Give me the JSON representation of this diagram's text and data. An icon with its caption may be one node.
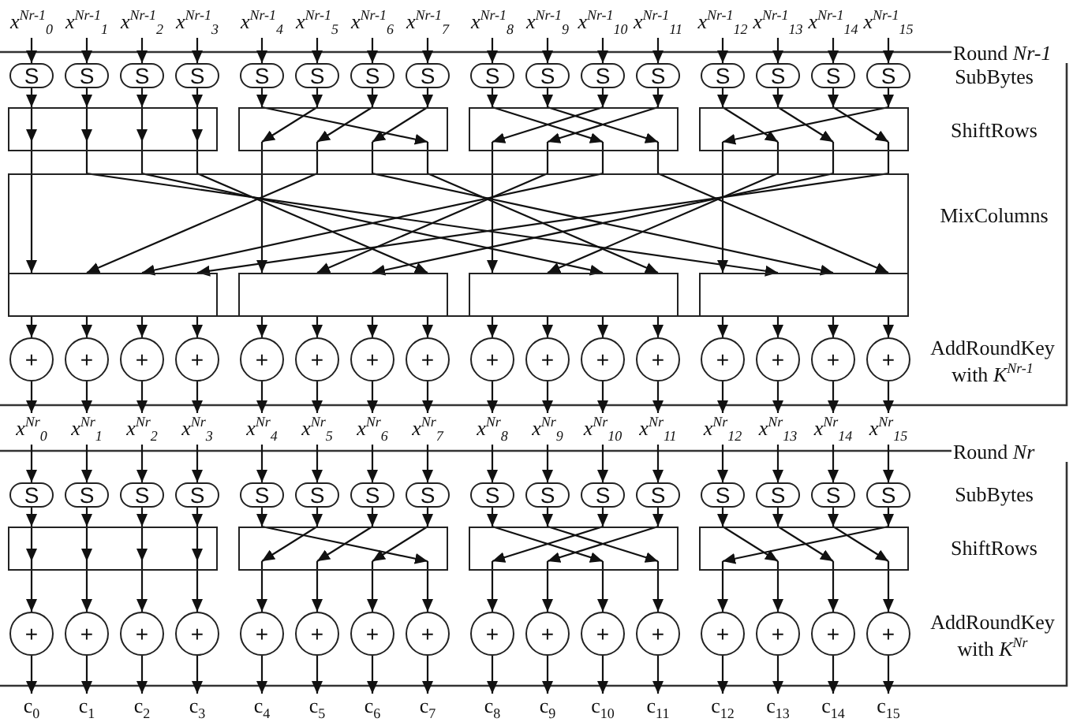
{
  "diagram": {
    "nodes": [
      {
        "text": [
          "x$^{Nr-1}$$_{0}$"
        ]
      },
      {
        "text": [
          "x$^{Nr-1}$$_{1}$"
        ]
      },
      {
        "text": [
          "x$^{Nr-1}$$_{2}$"
        ]
      },
      {
        "text": [
          "x$^{Nr-1}$$_{3}$"
        ]
      },
      {
        "text": [
          "x$^{Nr-1}$$_{4}$"
        ]
      },
      {
        "text": [
          "x$^{Nr-1}$$_{5}$"
        ]
      },
      {
        "text": [
          "x$^{Nr-1}$$_{6}$"
        ]
      },
      {
        "text": [
          "x$^{Nr-1}$$_{7}$"
        ]
      },
      {
        "text": [
          "x$^{Nr-1}$$_{8}$"
        ]
      },
      {
        "text": [
          "x$^{Nr-1}$$_{9}$"
        ]
      },
      {
        "text": [
          "x$^{Nr-1}$$_{10}$"
        ]
      },
      {
        "text": [
          "x$^{Nr-1}$$_{11}$"
        ]
      },
      {
        "text": [
          "x$^{Nr-1}$$_{12}$"
        ]
      },
      {
        "text": [
          "x$^{Nr-1}$$_{13}$"
        ]
      },
      {
        "text": [
          "x$^{Nr-1}$$_{14}$"
        ]
      },
      {
        "text": [
          "x$^{Nr-1}$$_{15}$"
        ]
      },
      {
        "text": [
          "S"
        ]
      },
      {
        "text": [
          "S"
        ]
      },
      {
        "text": [
          "S"
        ]
      },
      {
        "text": [
          "S"
        ]
      },
      {
        "text": [
          "S"
        ]
      },
      {
        "text": [
          "S"
        ]
      },
      {
        "text": [
          "S"
        ]
      },
      {
        "text": [
          "S"
        ]
      },
      {
        "text": [
          "S"
        ]
      },
      {
        "text": [
          "S"
        ]
      },
      {
        "text": [
          "S"
        ]
      },
      {
        "text": [
          "S"
        ]
      },
      {
        "text": [
          "S"
        ]
      },
      {
        "text": [
          "S"
        ]
      },
      {
        "text": [
          "S"
        ]
      },
      {
        "text": [
          "S"
        ]
      },
      {
        "text": [],
        "shape": "box"
      },
      {
        "text": [],
        "shape": "box"
      },
      {
        "text": [],
        "shape": "box"
      },
      {
        "text": [],
        "shape": "box"
      },
      {
        "text": [],
        "shape": "box"
      },
      {
        "text": [],
        "shape": "box",
        "in": 36
      },
      {
        "text": [],
        "shape": "box",
        "in": 36
      },
      {
        "text": [],
        "shape": "box",
        "in": 36
      },
      {
        "text": [],
        "shape": "box",
        "in": 36
      },
      {
        "text": [
          "+"
        ]
      },
      {
        "text": [
          "+"
        ]
      },
      {
        "text": [
          "+"
        ]
      },
      {
        "text": [
          "+"
        ]
      },
      {
        "text": [
          "+"
        ]
      },
      {
        "text": [
          "+"
        ]
      },
      {
        "text": [
          "+"
        ]
      },
      {
        "text": [
          "+"
        ]
      },
      {
        "text": [
          "+"
        ]
      },
      {
        "text": [
          "+"
        ]
      },
      {
        "text": [
          "+"
        ]
      },
      {
        "text": [
          "+"
        ]
      },
      {
        "text": [
          "+"
        ]
      },
      {
        "text": [
          "+"
        ]
      },
      {
        "text": [
          "+"
        ]
      },
      {
        "text": [
          "+"
        ]
      },
      {
        "text": [
          "x$^{Nr}$$_{0}$"
        ]
      },
      {
        "text": [
          "x$^{Nr}$$_{1}$"
        ]
      },
      {
        "text": [
          "x$^{Nr}$$_{2}$"
        ]
      },
      {
        "text": [
          "x$^{Nr}$$_{3}$"
        ]
      },
      {
        "text": [
          "x$^{Nr}$$_{4}$"
        ]
      },
      {
        "text": [
          "x$^{Nr}$$_{5}$"
        ]
      },
      {
        "text": [
          "x$^{Nr}$$_{6}$"
        ]
      },
      {
        "text": [
          "x$^{Nr}$$_{7}$"
        ]
      },
      {
        "text": [
          "x$^{Nr}$$_{8}$"
        ]
      },
      {
        "text": [
          "x$^{Nr}$$_{9}$"
        ]
      },
      {
        "text": [
          "x$^{Nr}$$_{10}$"
        ]
      },
      {
        "text": [
          "x$^{Nr}$$_{11}$"
        ]
      },
      {
        "text": [
          "x$^{Nr}$$_{12}$"
        ]
      },
      {
        "text": [
          "x$^{Nr}$$_{13}$"
        ]
      },
      {
        "text": [
          "x$^{Nr}$$_{14}$"
        ]
      },
      {
        "text": [
          "x$^{Nr}$$_{15}$"
        ]
      },
      {
        "text": [
          "S"
        ]
      },
      {
        "text": [
          "S"
        ]
      },
      {
        "text": [
          "S"
        ]
      },
      {
        "text": [
          "S"
        ]
      },
      {
        "text": [
          "S"
        ]
      },
      {
        "text": [
          "S"
        ]
      },
      {
        "text": [
          "S"
        ]
      },
      {
        "text": [
          "S"
        ]
      },
      {
        "text": [
          "S"
        ]
      },
      {
        "text": [
          "S"
        ]
      },
      {
        "text": [
          "S"
        ]
      },
      {
        "text": [
          "S"
        ]
      },
      {
        "text": [
          "S"
        ]
      },
      {
        "text": [
          "S"
        ]
      },
      {
        "text": [
          "S"
        ]
      },
      {
        "text": [
          "S"
        ]
      },
      {
        "text": [],
        "shape": "box"
      },
      {
        "text": [],
        "shape": "box"
      },
      {
        "text": [],
        "shape": "box"
      },
      {
        "text": [],
        "shape": "box"
      },
      {
        "text": [
          "+"
        ]
      },
      {
        "text": [
          "+"
        ]
      },
      {
        "text": [
          "+"
        ]
      },
      {
        "text": [
          "+"
        ]
      },
      {
        "text": [
          "+"
        ]
      },
      {
        "text": [
          "+"
        ]
      },
      {
        "text": [
          "+"
        ]
      },
      {
        "text": [
          "+"
        ]
      },
      {
        "text": [
          "+"
        ]
      },
      {
        "text": [
          "+"
        ]
      },
      {
        "text": [
          "+"
        ]
      },
      {
        "text": [
          "+"
        ]
      },
      {
        "text": [
          "+"
        ]
      },
      {
        "text": [
          "+"
        ]
      },
      {
        "text": [
          "+"
        ]
      },
      {
        "text": [
          "+"
        ]
      },
      {
        "text": [
          "c$_{0}$"
        ]
      },
      {
        "text": [
          "c$_{1}$"
        ]
      },
      {
        "text": [
          "c$_{2}$"
        ]
      },
      {
        "text": [
          "c$_{3}$"
        ]
      },
      {
        "text": [
          "c$_{4}$"
        ]
      },
      {
        "text": [
          "c$_{5}$"
        ]
      },
      {
        "text": [
          "c$_{6}$"
        ]
      },
      {
        "text": [
          "c$_{7}$"
        ]
      },
      {
        "text": [
          "c$_{8}$"
        ]
      },
      {
        "text": [
          "c$_{9}$"
        ]
      },
      {
        "text": [
          "c$_{10}$"
        ]
      },
      {
        "text": [
          "c$_{11}$"
        ]
      },
      {
        "text": [
          "c$_{12}$"
        ]
      },
      {
        "text": [
          "c$_{13}$"
        ]
      },
      {
        "text": [
          "c$_{14}$"
        ]
      },
      {
        "text": [
          "c$_{15}$"
        ]
      }
    ],
    "edges": [
      {
        "from": 0,
        "to": 16,
        "arrow": "to"
      },
      {
        "from": 1,
        "to": 17,
        "arrow": "to"
      },
      {
        "from": 2,
        "to": 18,
        "arrow": "to"
      },
      {
        "from": 3,
        "to": 19,
        "arrow": "to"
      },
      {
        "from": 4,
        "to": 20,
        "arrow": "to"
      },
      {
        "from": 5,
        "to": 21,
        "arrow": "to"
      },
      {
        "from": 6,
        "to": 22,
        "arrow": "to"
      },
      {
        "from": 7,
        "to": 23,
        "arrow": "to"
      },
      {
        "from": 8,
        "to": 24,
        "arrow": "to"
      },
      {
        "from": 9,
        "to": 25,
        "arrow": "to"
      },
      {
        "from": 10,
        "to": 26,
        "arrow": "to"
      },
      {
        "from": 11,
        "to": 27,
        "arrow": "to"
      },
      {
        "from": 12,
        "to": 28,
        "arrow": "to"
      },
      {
        "from": 13,
        "to": 29,
        "arrow": "to"
      },
      {
        "from": 14,
        "to": 30,
        "arrow": "to"
      },
      {
        "from": 15,
        "to": 31,
        "arrow": "to"
      },
      {
        "from": 16,
        "to": 32,
        "arrow": "to"
      },
      {
        "from": 17,
        "to": 32,
        "arrow": "to"
      },
      {
        "from": 18,
        "to": 32,
        "arrow": "to"
      },
      {
        "from": 19,
        "to": 32,
        "arrow": "to"
      },
      {
        "from": 20,
        "to": 33,
        "arrow": "to"
      },
      {
        "from": 21,
        "to": 33,
        "arrow": "to"
      },
      {
        "from": 22,
        "to": 33,
        "arrow": "to"
      },
      {
        "from": 23,
        "to": 33,
        "arrow": "to"
      },
      {
        "from": 24,
        "to": 34,
        "arrow": "to"
      },
      {
        "from": 25,
        "to": 34,
        "arrow": "to"
      },
      {
        "from": 26,
        "to": 34,
        "arrow": "to"
      },
      {
        "from": 27,
        "to": 34,
        "arrow": "to"
      },
      {
        "from": 28,
        "to": 35,
        "arrow": "to"
      },
      {
        "from": 29,
        "to": 35,
        "arrow": "to"
      },
      {
        "from": 30,
        "to": 35,
        "arrow": "to"
      },
      {
        "from": 31,
        "to": 35,
        "arrow": "to"
      },
      {
        "from": 32,
        "to": 37,
        "arrow": "to"
      },
      {
        "from": 32,
        "to": 40,
        "arrow": "to"
      },
      {
        "from": 32,
        "to": 39,
        "arrow": "to"
      },
      {
        "from": 32,
        "to": 38,
        "arrow": "to"
      },
      {
        "from": 33,
        "to": 38,
        "arrow": "to"
      },
      {
        "from": 33,
        "to": 37,
        "arrow": "to"
      },
      {
        "from": 33,
        "to": 40,
        "arrow": "to"
      },
      {
        "from": 33,
        "to": 39,
        "arrow": "to"
      },
      {
        "from": 34,
        "to": 39,
        "arrow": "to"
      },
      {
        "from": 34,
        "to": 38,
        "arrow": "to"
      },
      {
        "from": 34,
        "to": 37,
        "arrow": "to"
      },
      {
        "from": 34,
        "to": 40,
        "arrow": "to"
      },
      {
        "from": 35,
        "to": 40,
        "arrow": "to"
      },
      {
        "from": 35,
        "to": 39,
        "arrow": "to"
      },
      {
        "from": 35,
        "to": 38,
        "arrow": "to"
      },
      {
        "from": 35,
        "to": 37,
        "arrow": "to"
      },
      {
        "from": 37,
        "to": 41,
        "arrow": "to"
      },
      {
        "from": 37,
        "to": 42,
        "arrow": "to"
      },
      {
        "from": 37,
        "to": 43,
        "arrow": "to"
      },
      {
        "from": 37,
        "to": 44,
        "arrow": "to"
      },
      {
        "from": 38,
        "to": 45,
        "arrow": "to"
      },
      {
        "from": 38,
        "to": 46,
        "arrow": "to"
      },
      {
        "from": 38,
        "to": 47,
        "arrow": "to"
      },
      {
        "from": 38,
        "to": 48,
        "arrow": "to"
      },
      {
        "from": 39,
        "to": 49,
        "arrow": "to"
      },
      {
        "from": 39,
        "to": 50,
        "arrow": "to"
      },
      {
        "from": 39,
        "to": 51,
        "arrow": "to"
      },
      {
        "from": 39,
        "to": 52,
        "arrow": "to"
      },
      {
        "from": 40,
        "to": 53,
        "arrow": "to"
      },
      {
        "from": 40,
        "to": 54,
        "arrow": "to"
      },
      {
        "from": 40,
        "to": 55,
        "arrow": "to"
      },
      {
        "from": 40,
        "to": 56,
        "arrow": "to"
      },
      {
        "from": 41,
        "to": 57,
        "arrow": "to"
      },
      {
        "from": 42,
        "to": 58,
        "arrow": "to"
      },
      {
        "from": 43,
        "to": 59,
        "arrow": "to"
      },
      {
        "from": 44,
        "to": 60,
        "arrow": "to"
      },
      {
        "from": 45,
        "to": 61,
        "arrow": "to"
      },
      {
        "from": 46,
        "to": 62,
        "arrow": "to"
      },
      {
        "from": 47,
        "to": 63,
        "arrow": "to"
      },
      {
        "from": 48,
        "to": 64,
        "arrow": "to"
      },
      {
        "from": 49,
        "to": 65,
        "arrow": "to"
      },
      {
        "from": 50,
        "to": 66,
        "arrow": "to"
      },
      {
        "from": 51,
        "to": 67,
        "arrow": "to"
      },
      {
        "from": 52,
        "to": 68,
        "arrow": "to"
      },
      {
        "from": 53,
        "to": 69,
        "arrow": "to"
      },
      {
        "from": 54,
        "to": 70,
        "arrow": "to"
      },
      {
        "from": 55,
        "to": 71,
        "arrow": "to"
      },
      {
        "from": 56,
        "to": 72,
        "arrow": "to"
      },
      {
        "from": 57,
        "to": 73,
        "arrow": "to"
      },
      {
        "from": 58,
        "to": 74,
        "arrow": "to"
      },
      {
        "from": 59,
        "to": 75,
        "arrow": "to"
      },
      {
        "from": 60,
        "to": 76,
        "arrow": "to"
      },
      {
        "from": 61,
        "to": 77,
        "arrow": "to"
      },
      {
        "from": 62,
        "to": 78,
        "arrow": "to"
      },
      {
        "from": 63,
        "to": 79,
        "arrow": "to"
      },
      {
        "from": 64,
        "to": 80,
        "arrow": "to"
      },
      {
        "from": 65,
        "to": 81,
        "arrow": "to"
      },
      {
        "from": 66,
        "to": 82,
        "arrow": "to"
      },
      {
        "from": 67,
        "to": 83,
        "arrow": "to"
      },
      {
        "from": 68,
        "to": 84,
        "arrow": "to"
      },
      {
        "from": 69,
        "to": 85,
        "arrow": "to"
      },
      {
        "from": 70,
        "to": 86,
        "arrow": "to"
      },
      {
        "from": 71,
        "to": 87,
        "arrow": "to"
      },
      {
        "from": 72,
        "to": 88,
        "arrow": "to"
      },
      {
        "from": 73,
        "to": 89,
        "arrow": "to"
      },
      {
        "from": 74,
        "to": 89,
        "arrow": "to"
      },
      {
        "from": 75,
        "to": 89,
        "arrow": "to"
      },
      {
        "from": 76,
        "to": 89,
        "arrow": "to"
      },
      {
        "from": 77,
        "to": 90,
        "arrow": "to"
      },
      {
        "from": 78,
        "to": 90,
        "arrow": "to"
      },
      {
        "from": 79,
        "to": 90,
        "arrow": "to"
      },
      {
        "from": 80,
        "to": 90,
        "arrow": "to"
      },
      {
        "from": 81,
        "to": 91,
        "arrow": "to"
      },
      {
        "from": 82,
        "to": 91,
        "arrow": "to"
      },
      {
        "from": 83,
        "to": 91,
        "arrow": "to"
      },
      {
        "from": 84,
        "to": 91,
        "arrow": "to"
      },
      {
        "from": 85,
        "to": 92,
        "arrow": "to"
      },
      {
        "from": 86,
        "to": 92,
        "arrow": "to"
      },
      {
        "from": 87,
        "to": 92,
        "arrow": "to"
      },
      {
        "from": 88,
        "to": 92,
        "arrow": "to"
      },
      {
        "from": 89,
        "to": 93,
        "arrow": "to"
      },
      {
        "from": 89,
        "to": 94,
        "arrow": "to"
      },
      {
        "from": 89,
        "to": 95,
        "arrow": "to"
      },
      {
        "from": 89,
        "to": 96,
        "arrow": "to"
      },
      {
        "from": 90,
        "to": 97,
        "arrow": "to"
      },
      {
        "from": 90,
        "to": 98,
        "arrow": "to"
      },
      {
        "from": 90,
        "to": 99,
        "arrow": "to"
      },
      {
        "from": 90,
        "to": 100,
        "arrow": "to"
      },
      {
        "from": 91,
        "to": 101,
        "arrow": "to"
      },
      {
        "from": 91,
        "to": 102,
        "arrow": "to"
      },
      {
        "from": 91,
        "to": 103,
        "arrow": "to"
      },
      {
        "from": 91,
        "to": 104,
        "arrow": "to"
      },
      {
        "from": 92,
        "to": 105,
        "arrow": "to"
      },
      {
        "from": 92,
        "to": 106,
        "arrow": "to"
      },
      {
        "from": 92,
        "to": 107,
        "arrow": "to"
      },
      {
        "from": 92,
        "to": 108,
        "arrow": "to"
      },
      {
        "from": 93,
        "to": 109,
        "arrow": "to"
      },
      {
        "from": 94,
        "to": 110,
        "arrow": "to"
      },
      {
        "from": 95,
        "to": 111,
        "arrow": "to"
      },
      {
        "from": 96,
        "to": 112,
        "arrow": "to"
      },
      {
        "from": 97,
        "to": 113,
        "arrow": "to"
      },
      {
        "from": 98,
        "to": 114,
        "arrow": "to"
      },
      {
        "from": 99,
        "to": 115,
        "arrow": "to"
      },
      {
        "from": 100,
        "to": 116,
        "arrow": "to"
      },
      {
        "from": 101,
        "to": 117,
        "arrow": "to"
      },
      {
        "from": 102,
        "to": 118,
        "arrow": "to"
      },
      {
        "from": 103,
        "to": 119,
        "arrow": "to"
      },
      {
        "from": 104,
        "to": 120,
        "arrow": "to"
      },
      {
        "from": 105,
        "to": 121,
        "arrow": "to"
      },
      {
        "from": 106,
        "to": 122,
        "arrow": "to"
      },
      {
        "from": 107,
        "to": 123,
        "arrow": "to"
      },
      {
        "from": 108,
        "to": 124,
        "arrow": "to"
      }
    ],
    "labels": [
      "Round *Nr-1*",
      "SubBytes",
      "ShiftRows",
      "MixColumns",
      "AddRoundKey with *K*$^{Nr-1}$",
      "Round *Nr*",
      "SubBytes",
      "ShiftRows",
      "AddRoundKey with *K*$^{Nr}$"
    ]
  }
}
